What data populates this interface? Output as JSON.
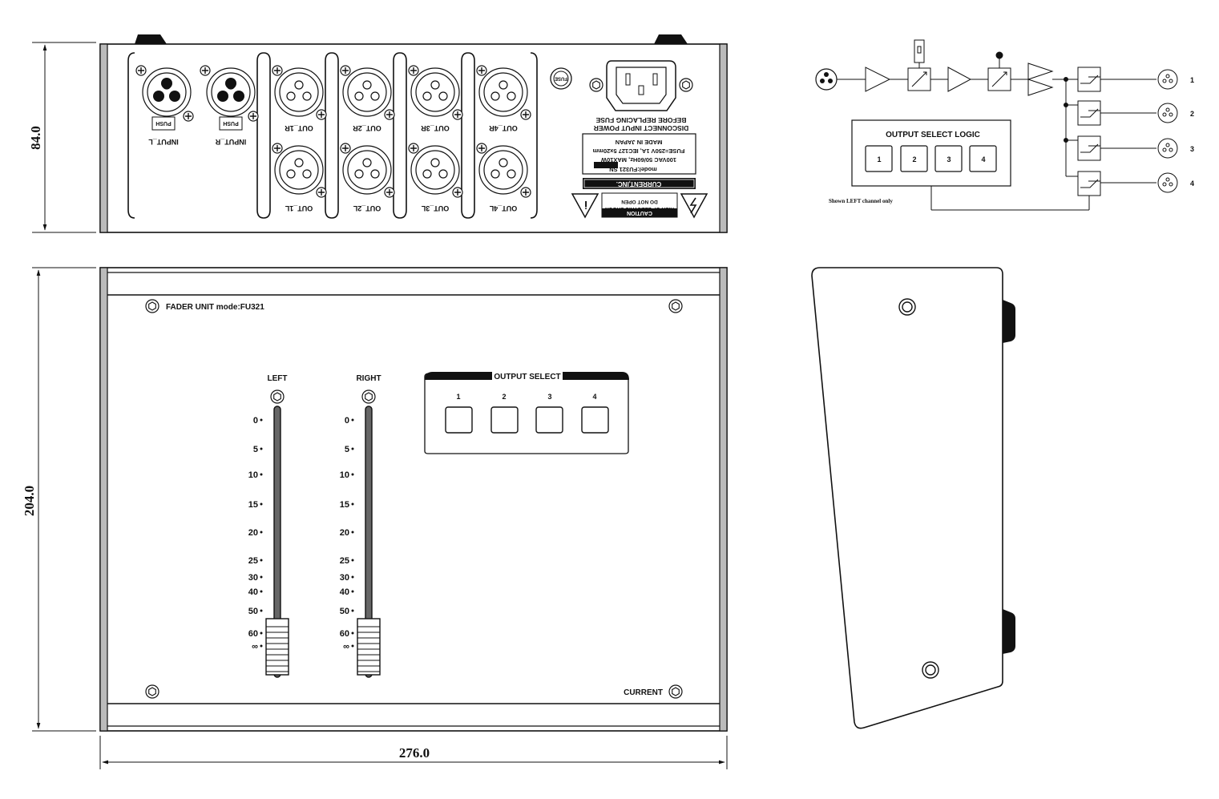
{
  "dimensions": {
    "height_top": "84.0",
    "height_front": "204.0",
    "width": "276.0"
  },
  "rear": {
    "inputs": [
      "INPUT_L",
      "INPUT_R"
    ],
    "push": "PUSH",
    "outputs_top": [
      "OUT_1R",
      "OUT_2R",
      "OUT_3R",
      "OUT_4R"
    ],
    "outputs_bottom": [
      "OUT_1L",
      "OUT_2L",
      "OUT_3L",
      "OUT_4L"
    ],
    "fuse": "FUSE",
    "warning_lines": [
      "DISCONNECT INPUT POWER",
      "BEFORE REPLACING FUSE"
    ],
    "spec_lines": [
      "model:FU321 SN",
      "100VAC 50/60Hz, MAX10W",
      "FUSE=250V 1A, IEC127 5x20mm",
      "MADE IN JAPAN"
    ],
    "brand_bar": "CURRENT,INC.",
    "caution_title": "CAUTION",
    "caution_lines": [
      "RISK OF ELECTRIC SHOCK",
      "DO NOT OPEN"
    ]
  },
  "front": {
    "model": "FADER UNIT mode:FU321",
    "brand": "CURRENT",
    "fader_left": "LEFT",
    "fader_right": "RIGHT",
    "scale": [
      "0",
      "5",
      "10",
      "15",
      "20",
      "25",
      "30",
      "40",
      "50",
      "60",
      "∞"
    ],
    "output_select_title": "OUTPUT SELECT",
    "output_buttons": [
      "1",
      "2",
      "3",
      "4"
    ]
  },
  "schematic": {
    "logic_title": "OUTPUT SELECT LOGIC",
    "logic_buttons": [
      "1",
      "2",
      "3",
      "4"
    ],
    "note": "Shown LEFT channel only",
    "outputs": [
      "1",
      "2",
      "3",
      "4"
    ]
  }
}
